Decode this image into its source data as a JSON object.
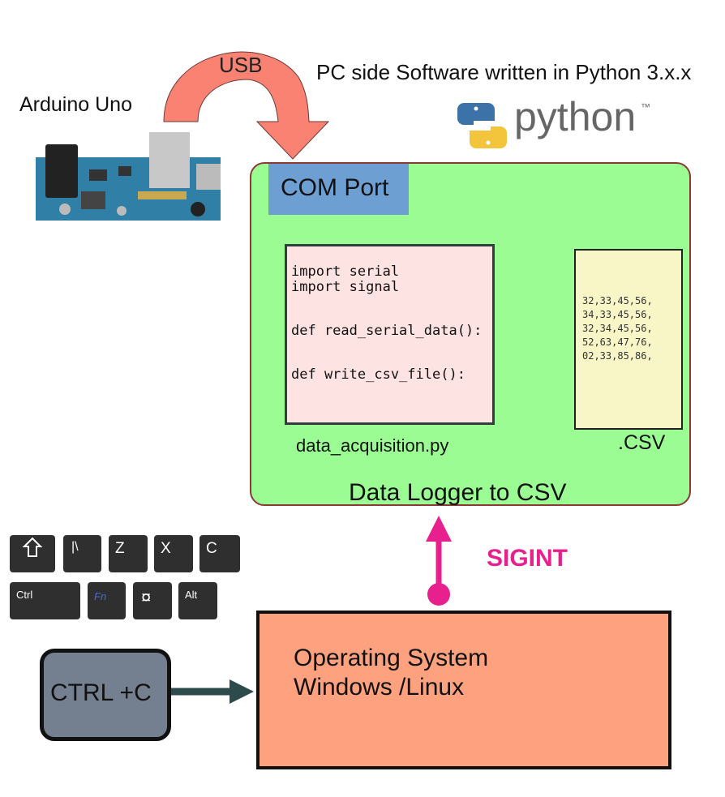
{
  "header": {
    "pc_caption": "PC side Software written in Python 3.x.x",
    "python_wordmark": "python",
    "python_tm": "™"
  },
  "arduino": {
    "label": "Arduino Uno"
  },
  "usb": {
    "label": "USB"
  },
  "logger": {
    "com_port": "COM Port",
    "code_lines": [
      "import serial",
      "import signal",
      "def read_serial_data():",
      "def write_csv_file():"
    ],
    "script_name": "data_acquisition.py",
    "csv_rows": [
      "32,33,45,56,",
      "34,33,45,56,",
      "32,34,45,56,",
      "52,63,47,76,",
      "02,33,85,86,"
    ],
    "csv_label": ".CSV",
    "title": "Data Logger to CSV"
  },
  "signal": {
    "label": "SIGINT"
  },
  "os": {
    "line1": "Operating System",
    "line2": "Windows /Linux"
  },
  "keyboard": {
    "keys": [
      "|\\",
      "Z",
      "X",
      "C",
      "Ctrl",
      "Fn",
      "¤",
      "Alt"
    ]
  },
  "shortcut": {
    "label": "CTRL +C"
  },
  "colors": {
    "usb_arrow": "#f98272",
    "logger_bg": "#9bfc93",
    "com_port_bg": "#6d9fd2",
    "code_bg": "#fde3e1",
    "csv_bg": "#f8f6c7",
    "sigint": "#e8208e",
    "os_bg": "#fda17e",
    "ctrlc_bg": "#74808f"
  }
}
